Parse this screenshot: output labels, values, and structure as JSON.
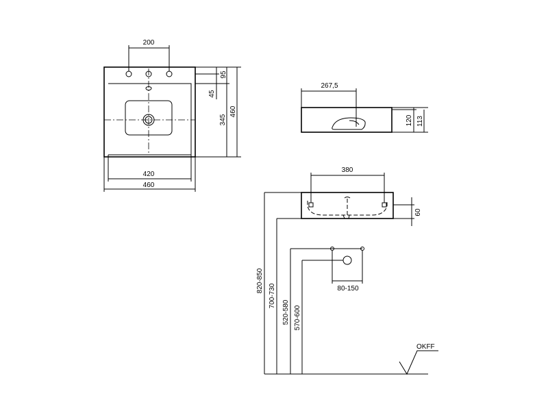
{
  "drawing": {
    "top_view": {
      "dim_tap_spacing": "200",
      "dim_back_edge": "95",
      "dim_overflow": "45",
      "dim_bowl_depth": "345",
      "dim_total_depth": "460",
      "dim_inner_width": "420",
      "dim_total_width": "460"
    },
    "side_view": {
      "dim_drain_offset": "267,5",
      "dim_height_outer": "120",
      "dim_height_inner": "113"
    },
    "front_view": {
      "dim_hole_spacing": "380",
      "dim_bracket_height": "60",
      "dim_waste_spacing": "80-150",
      "height_basin_top": "820-850",
      "height_basin_bottom": "700-730",
      "height_water_supply": "520-580",
      "height_waste": "570-600",
      "floor_label": "OKFF"
    }
  }
}
